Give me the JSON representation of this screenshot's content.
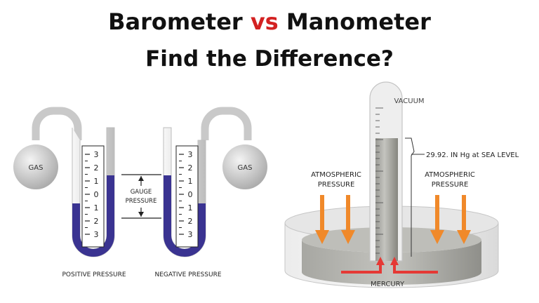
{
  "title": {
    "line1_part1": "Barometer",
    "line1_vs": "vs",
    "line1_part2": "Manometer",
    "line2": "Find the Difference?"
  },
  "manometer": {
    "gas_left": "GAS",
    "gas_right": "GAS",
    "gauge_line1": "GAUGE",
    "gauge_line2": "PRESSURE",
    "scale_ticks": [
      "3",
      "2",
      "1",
      "0",
      "1",
      "2",
      "3"
    ],
    "positive_caption": "POSITIVE PRESSURE",
    "negative_caption": "NEGATIVE PRESSURE"
  },
  "barometer": {
    "vacuum": "VACUUM",
    "sea_level": "29.92. IN Hg at SEA LEVEL",
    "atm_left_line1": "ATMOSPHERIC",
    "atm_left_line2": "PRESSURE",
    "atm_right_line1": "ATMOSPHERIC",
    "atm_right_line2": "PRESSURE",
    "mercury": "MERCURY"
  },
  "colors": {
    "fluid": "#3a3391",
    "arrow_orange": "#f0892a",
    "arrow_red": "#e53935",
    "vs_red": "#d32121",
    "mercury_dark": "#8c8c87"
  }
}
